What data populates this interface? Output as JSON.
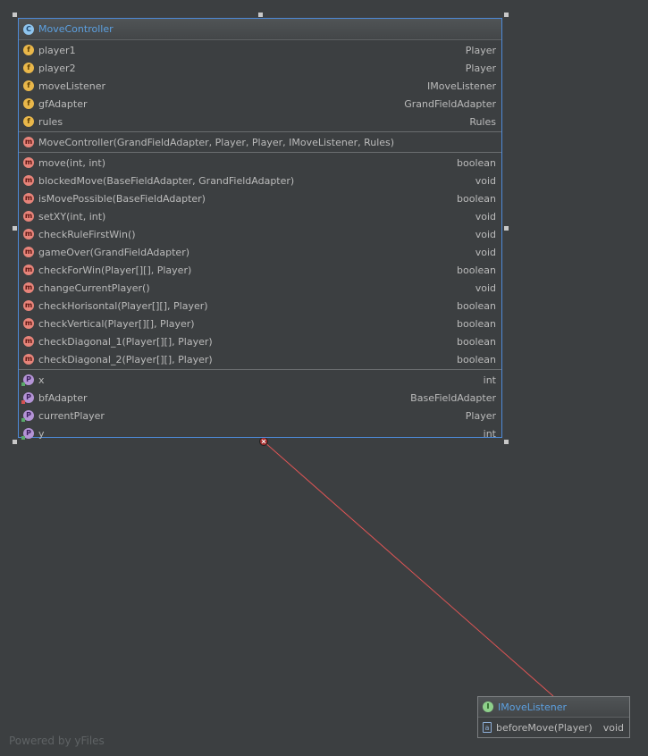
{
  "main_class": {
    "name": "MoveController",
    "fields": [
      {
        "name": "player1",
        "type": "Player"
      },
      {
        "name": "player2",
        "type": "Player"
      },
      {
        "name": "moveListener",
        "type": "IMoveListener"
      },
      {
        "name": "gfAdapter",
        "type": "GrandFieldAdapter"
      },
      {
        "name": "rules",
        "type": "Rules"
      }
    ],
    "constructor": "MoveController(GrandFieldAdapter, Player, Player, IMoveListener, Rules)",
    "methods": [
      {
        "name": "move(int, int)",
        "type": "boolean"
      },
      {
        "name": "blockedMove(BaseFieldAdapter, GrandFieldAdapter)",
        "type": "void"
      },
      {
        "name": "isMovePossible(BaseFieldAdapter)",
        "type": "boolean"
      },
      {
        "name": "setXY(int, int)",
        "type": "void"
      },
      {
        "name": "checkRuleFirstWin()",
        "type": "void"
      },
      {
        "name": "gameOver(GrandFieldAdapter)",
        "type": "void"
      },
      {
        "name": "checkForWin(Player[][], Player)",
        "type": "boolean"
      },
      {
        "name": "changeCurrentPlayer()",
        "type": "void"
      },
      {
        "name": "checkHorisontal(Player[][], Player)",
        "type": "boolean"
      },
      {
        "name": "checkVertical(Player[][], Player)",
        "type": "boolean"
      },
      {
        "name": "checkDiagonal_1(Player[][], Player)",
        "type": "boolean"
      },
      {
        "name": "checkDiagonal_2(Player[][], Player)",
        "type": "boolean"
      }
    ],
    "properties": [
      {
        "name": "x",
        "type": "int",
        "access": "public"
      },
      {
        "name": "bfAdapter",
        "type": "BaseFieldAdapter",
        "access": "private"
      },
      {
        "name": "currentPlayer",
        "type": "Player",
        "access": "public"
      },
      {
        "name": "y",
        "type": "int",
        "access": "public"
      }
    ]
  },
  "interface": {
    "name": "IMoveListener",
    "methods": [
      {
        "name": "beforeMove(Player)",
        "type": "void"
      }
    ]
  },
  "badges": {
    "class": "C",
    "field": "f",
    "method": "m",
    "property": "P",
    "interface": "I",
    "abstract": "a"
  },
  "edge": {
    "color": "#e05555",
    "style": "solid"
  },
  "footer": "Powered by yFiles"
}
